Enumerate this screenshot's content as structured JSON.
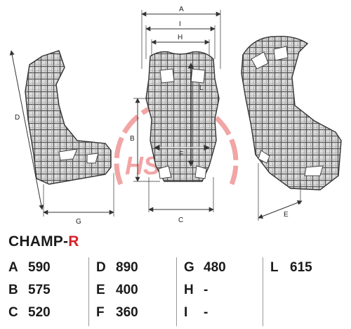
{
  "diagram": {
    "labels": {
      "A": "A",
      "I": "I",
      "H": "H",
      "L": "L",
      "B": "B",
      "F": "F",
      "C": "C",
      "D": "D",
      "G": "G",
      "E": "E"
    },
    "colors": {
      "line": "#333333",
      "seat_fill": "#d9d9d9",
      "watermark": "#e23a3a"
    }
  },
  "title": {
    "model": "CHAMP-",
    "suffix": "R"
  },
  "specs": [
    [
      {
        "key": "A",
        "value": "590"
      },
      {
        "key": "B",
        "value": "575"
      },
      {
        "key": "C",
        "value": "520"
      }
    ],
    [
      {
        "key": "D",
        "value": "890"
      },
      {
        "key": "E",
        "value": "400"
      },
      {
        "key": "F",
        "value": "360"
      }
    ],
    [
      {
        "key": "G",
        "value": "480"
      },
      {
        "key": "H",
        "value": "-"
      },
      {
        "key": "I",
        "value": "-"
      }
    ],
    [
      {
        "key": "L",
        "value": "615"
      }
    ]
  ]
}
